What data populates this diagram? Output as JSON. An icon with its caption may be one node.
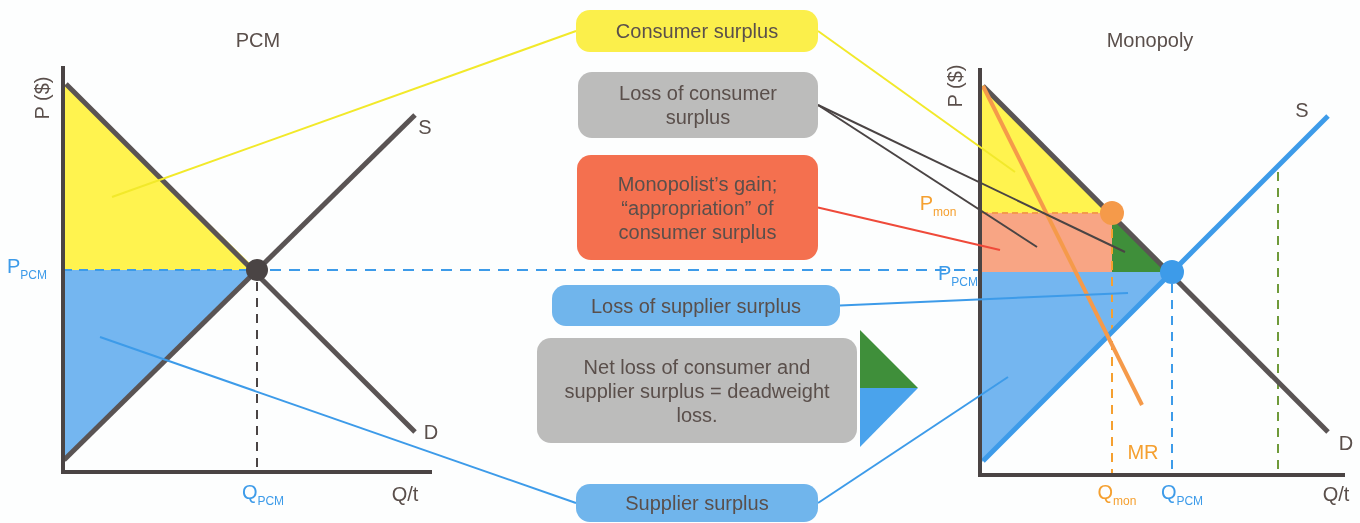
{
  "diagram": {
    "nodes": [
      {
        "text": [
          "Consumer surplus"
        ]
      },
      {
        "text": [
          "Loss of consumer surplus"
        ]
      },
      {
        "text": [
          "Monopolist’s gain; “appropriation” of consumer surplus"
        ]
      },
      {
        "text": [
          "Loss of supplier surplus"
        ]
      },
      {
        "text": [
          "Net loss of consumer and supplier surplus = deadweight loss."
        ]
      },
      {
        "text": [
          "Supplier surplus"
        ]
      }
    ],
    "edges": [
      {
        "from": 0,
        "to": null,
        "arrow": "none",
        "color": "#f2e92a"
      },
      {
        "from": 0,
        "to": null,
        "arrow": "none",
        "color": "#f2e92a"
      },
      {
        "from": 1,
        "to": null,
        "arrow": "none",
        "color": "#4a4444"
      },
      {
        "from": 1,
        "to": null,
        "arrow": "none",
        "color": "#4a4444"
      },
      {
        "from": 2,
        "to": null,
        "arrow": "none",
        "color": "#ef4a3a"
      },
      {
        "from": 3,
        "to": null,
        "arrow": "none",
        "color": "#3d9be9"
      },
      {
        "from": 5,
        "to": null,
        "arrow": "none",
        "color": "#3d9be9"
      },
      {
        "from": 5,
        "to": null,
        "arrow": "none",
        "color": "#3d9be9"
      }
    ],
    "labels": [
      "PCM",
      "Monopoly",
      "P ($)",
      "P ($)",
      "S",
      "S",
      "P$_{mon}$",
      "P$_{PCM}$",
      "P$_{PCM}$",
      "MR",
      "D",
      "D",
      "Q$_{PCM}$",
      "Q/t",
      "Q$_{mon}$",
      "Q$_{PCM}$",
      "Q/t"
    ]
  }
}
